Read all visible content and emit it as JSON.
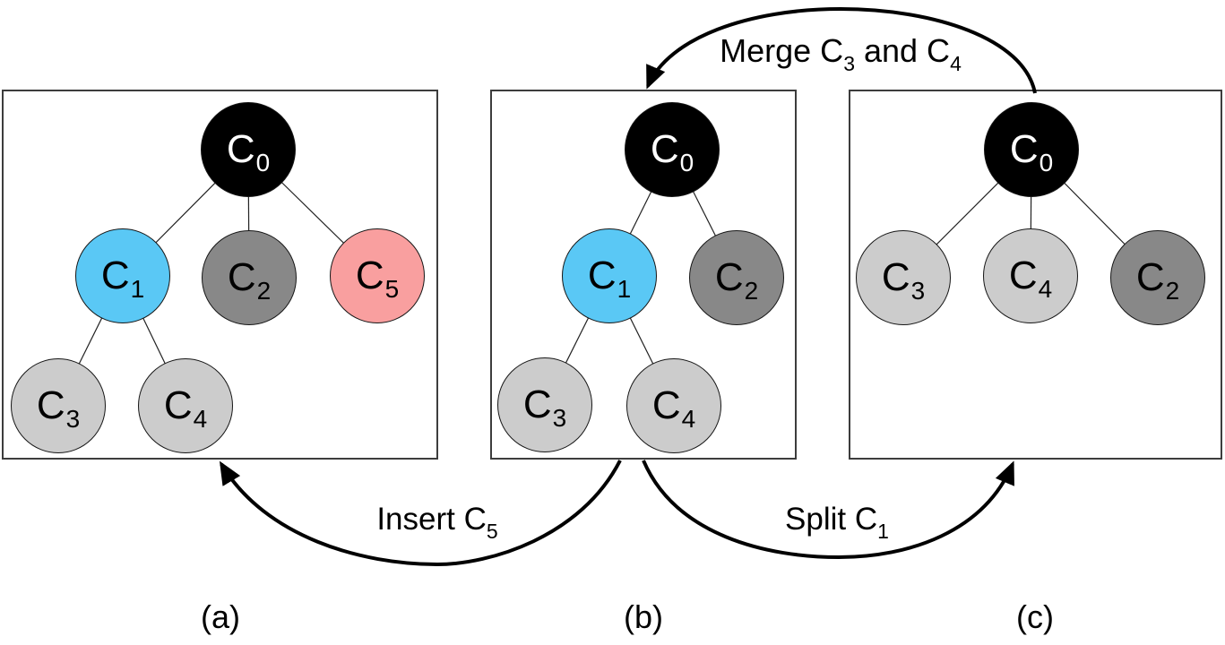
{
  "figure": {
    "panels": [
      {
        "caption": "(a)",
        "nodes": [
          {
            "base": "C",
            "sub": "0",
            "fill": "#000000",
            "text_color": "#ffffff"
          },
          {
            "base": "C",
            "sub": "1",
            "fill": "#5ac8f5",
            "text_color": "#000000"
          },
          {
            "base": "C",
            "sub": "2",
            "fill": "#888888",
            "text_color": "#000000"
          },
          {
            "base": "C",
            "sub": "5",
            "fill": "#f99f9f",
            "text_color": "#000000"
          },
          {
            "base": "C",
            "sub": "3",
            "fill": "#cccccc",
            "text_color": "#000000"
          },
          {
            "base": "C",
            "sub": "4",
            "fill": "#cccccc",
            "text_color": "#000000"
          }
        ]
      },
      {
        "caption": "(b)",
        "nodes": [
          {
            "base": "C",
            "sub": "0",
            "fill": "#000000",
            "text_color": "#ffffff"
          },
          {
            "base": "C",
            "sub": "1",
            "fill": "#5ac8f5",
            "text_color": "#000000"
          },
          {
            "base": "C",
            "sub": "2",
            "fill": "#888888",
            "text_color": "#000000"
          },
          {
            "base": "C",
            "sub": "3",
            "fill": "#cccccc",
            "text_color": "#000000"
          },
          {
            "base": "C",
            "sub": "4",
            "fill": "#cccccc",
            "text_color": "#000000"
          }
        ]
      },
      {
        "caption": "(c)",
        "nodes": [
          {
            "base": "C",
            "sub": "0",
            "fill": "#000000",
            "text_color": "#ffffff"
          },
          {
            "base": "C",
            "sub": "3",
            "fill": "#cccccc",
            "text_color": "#000000"
          },
          {
            "base": "C",
            "sub": "4",
            "fill": "#cccccc",
            "text_color": "#000000"
          },
          {
            "base": "C",
            "sub": "2",
            "fill": "#888888",
            "text_color": "#000000"
          }
        ]
      }
    ],
    "arrows": [
      {
        "id": "merge",
        "prefix": "Merge C",
        "sub1": "3",
        "mid": " and C",
        "sub2": "4"
      },
      {
        "id": "insert",
        "prefix": "Insert C",
        "sub1": "5",
        "mid": "",
        "sub2": ""
      },
      {
        "id": "split",
        "prefix": "Split C",
        "sub1": "1",
        "mid": "",
        "sub2": ""
      }
    ],
    "colors": {
      "arrow": "#000000",
      "edge": "#222222",
      "panel_border": "#3d3d3d",
      "node_blue": "#5ac8f5",
      "node_pink": "#f99f9f",
      "node_dark_gray": "#888888",
      "node_light_gray": "#cccccc",
      "node_root": "#000000"
    }
  }
}
